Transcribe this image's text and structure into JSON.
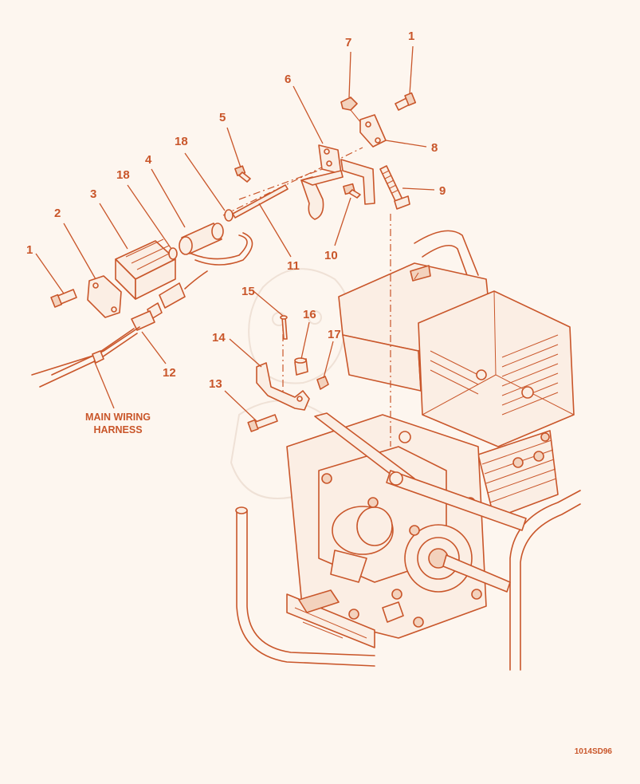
{
  "callouts": {
    "c1a": "1",
    "c1b": "1",
    "c2": "2",
    "c3": "3",
    "c4": "4",
    "c5": "5",
    "c6": "6",
    "c7": "7",
    "c8": "8",
    "c9": "9",
    "c10": "10",
    "c11": "11",
    "c12": "12",
    "c13": "13",
    "c14": "14",
    "c15": "15",
    "c16": "16",
    "c17": "17",
    "c18a": "18",
    "c18b": "18"
  },
  "harness_label": {
    "line1": "MAIN WIRING",
    "line2": "HARNESS"
  },
  "drawing_code": "1014SD96",
  "colors": {
    "line": "#c9562a",
    "background": "#fdf6ef"
  }
}
